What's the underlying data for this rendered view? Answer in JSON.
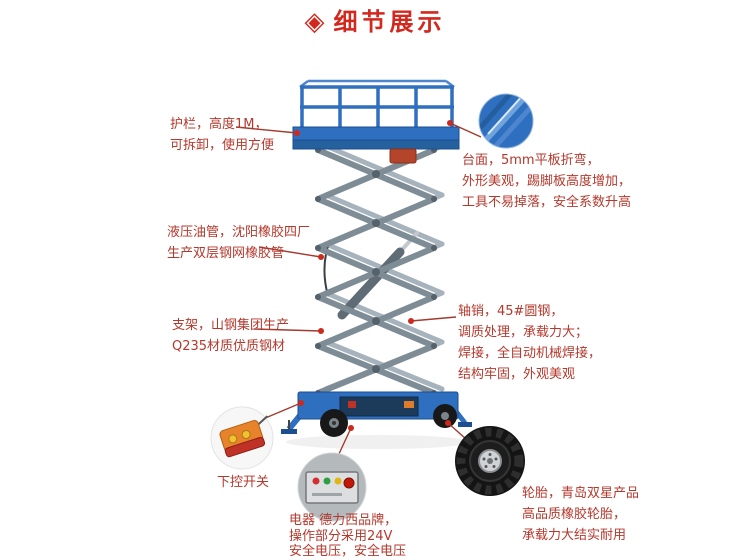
{
  "title": {
    "text": "细节展示",
    "icon": "diamond-icon",
    "icon_glyph": "◈",
    "color": "#d3281e"
  },
  "annotations": {
    "guardrail": {
      "lines": [
        "护栏，高度1M，",
        "可拆卸，使用方便"
      ]
    },
    "platform": {
      "lines": [
        "台面，5mm平板折弯，",
        "外形美观，踢脚板高度增加，",
        "工具不易掉落，安全系数升高"
      ]
    },
    "hydraulic_pipe": {
      "lines": [
        "液压油管，沈阳橡胶四厂",
        "生产双层钢网橡胶管"
      ]
    },
    "bracket": {
      "lines": [
        "支架，山钢集团生产",
        "Q235材质优质钢材"
      ]
    },
    "axle_pin": {
      "lines": [
        "轴销，45#圆钢，",
        "调质处理，承载力大；",
        "焊接，全自动机械焊接，",
        "结构牢固，外观美观"
      ]
    },
    "lower_switch": {
      "label": "下控开关"
    },
    "electric": {
      "lines": [
        "电器 德力西品牌，",
        "操作部分采用24V",
        "安全电压，安全电压"
      ]
    },
    "tire": {
      "lines": [
        "轮胎，青岛双星产品",
        "高品质橡胶轮胎，",
        "承载力大结实耐用"
      ]
    }
  },
  "colors": {
    "title_red": "#d3281e",
    "annotation_text_red": "#b5382c",
    "callout_line_red": "#a23a2e",
    "callout_dot_red": "#cc2a1c",
    "machine_blue": "#2e6fc0",
    "machine_blue_dark": "#1d4e92",
    "scissor_gray": "#7e8c96",
    "scissor_gray_light": "#a7b3bc",
    "tire_black": "#141414",
    "pendant_orange": "#e8832b"
  }
}
